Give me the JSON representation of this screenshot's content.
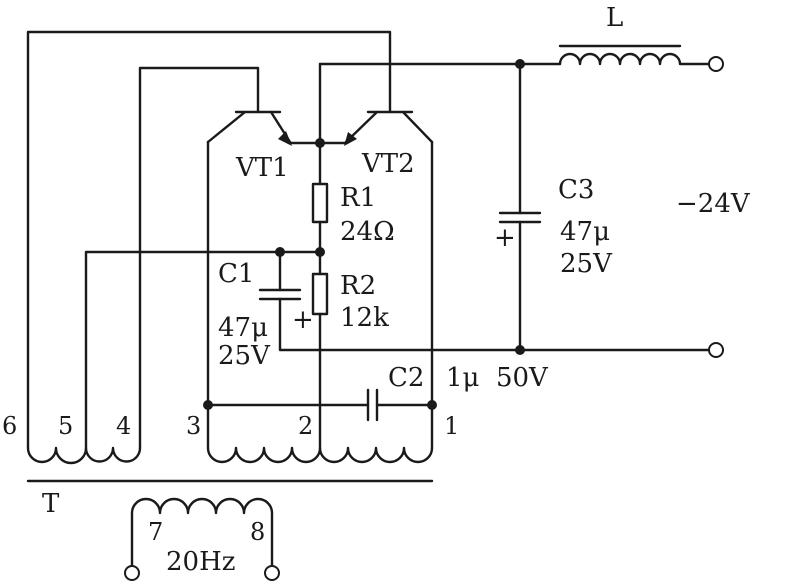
{
  "labels": {
    "inductor": "L",
    "vt1": "VT1",
    "vt2": "VT2",
    "r1_name": "R1",
    "r1_value": "24Ω",
    "r2_name": "R2",
    "r2_value": "12k",
    "c1_name": "C1",
    "c1_cap": "47μ",
    "c1_volt": "25V",
    "c2_name": "C2",
    "c2_spec": "1μ  50V",
    "c3_name": "C3",
    "c3_cap": "47μ",
    "c3_volt": "25V",
    "supply": "−24V",
    "transformer": "T",
    "frequency": "20Hz",
    "plus": "+"
  },
  "pins": {
    "p1": "1",
    "p2": "2",
    "p3": "3",
    "p4": "4",
    "p5": "5",
    "p6": "6",
    "p7": "7",
    "p8": "8"
  }
}
